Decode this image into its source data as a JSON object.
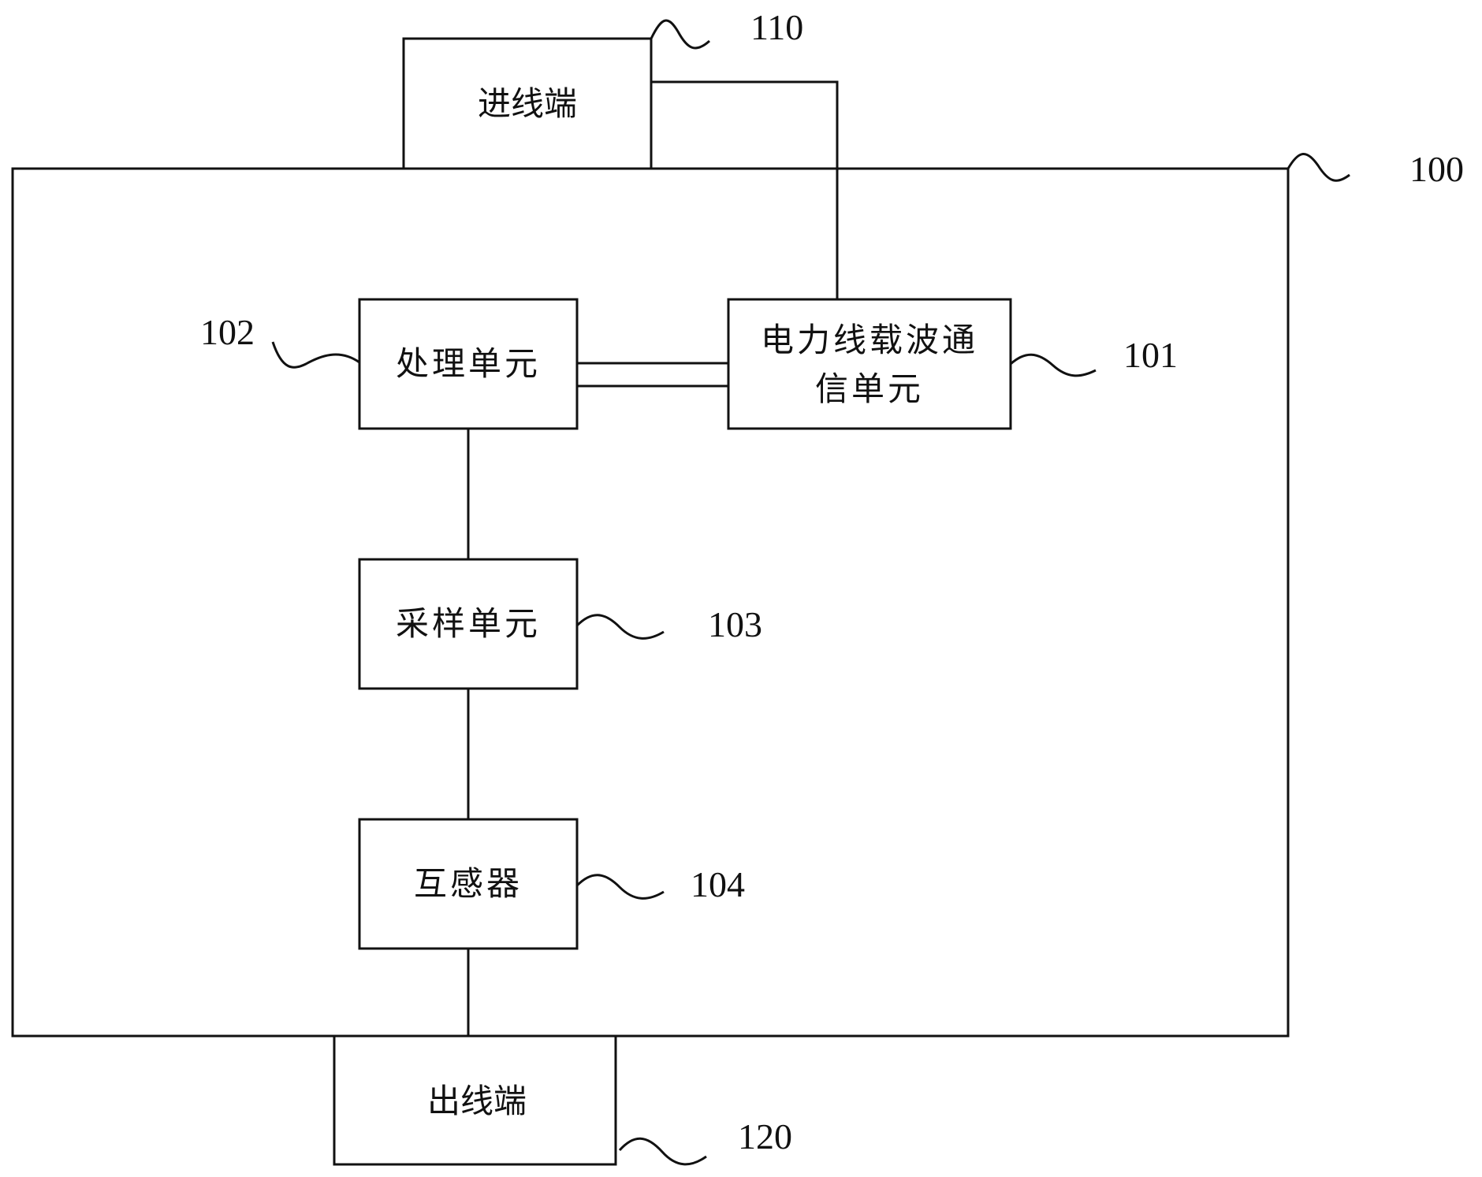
{
  "diagram": {
    "type": "block-diagram",
    "device": {
      "ref": "100"
    },
    "blocks": [
      {
        "id": "inlet",
        "ref": "110",
        "label": "进线端"
      },
      {
        "id": "plc",
        "ref": "101",
        "label_line1": "电力线载波通",
        "label_line2": "信单元"
      },
      {
        "id": "processing",
        "ref": "102",
        "label": "处理单元"
      },
      {
        "id": "sampling",
        "ref": "103",
        "label": "采样单元"
      },
      {
        "id": "transformer",
        "ref": "104",
        "label": "互感器"
      },
      {
        "id": "outlet",
        "ref": "120",
        "label": "出线端"
      }
    ],
    "connections": [
      {
        "from": "inlet",
        "to": "plc"
      },
      {
        "from": "processing",
        "to": "plc",
        "style": "double-line"
      },
      {
        "from": "processing",
        "to": "sampling"
      },
      {
        "from": "sampling",
        "to": "transformer"
      },
      {
        "from": "transformer",
        "to": "outlet"
      }
    ]
  }
}
